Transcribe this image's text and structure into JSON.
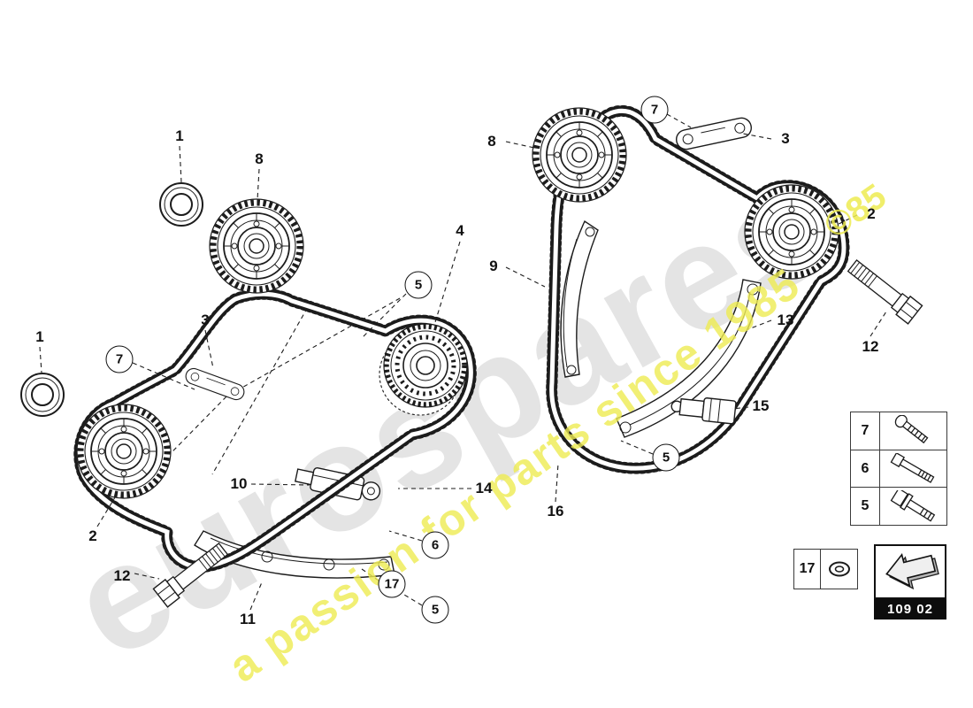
{
  "watermarks": {
    "brand": "eurospares",
    "slogan": "a passion for parts since 1985",
    "fragment": "©85"
  },
  "callouts": {
    "plain": [
      {
        "text": "1"
      },
      {
        "text": "8"
      },
      {
        "text": "8"
      },
      {
        "text": "3"
      },
      {
        "text": "2"
      },
      {
        "text": "12"
      },
      {
        "text": "1"
      },
      {
        "text": "3"
      },
      {
        "text": "4"
      },
      {
        "text": "9"
      },
      {
        "text": "13"
      },
      {
        "text": "15"
      },
      {
        "text": "10"
      },
      {
        "text": "14"
      },
      {
        "text": "16"
      },
      {
        "text": "2"
      },
      {
        "text": "12"
      },
      {
        "text": "11"
      }
    ],
    "circled": [
      {
        "text": "7"
      },
      {
        "text": "7"
      },
      {
        "text": "5"
      },
      {
        "text": "5"
      },
      {
        "text": "6"
      },
      {
        "text": "17"
      },
      {
        "text": "5"
      }
    ]
  },
  "legend": {
    "rows": [
      {
        "number": "7",
        "icon": "screw-icon"
      },
      {
        "number": "6",
        "icon": "hex-bolt-icon"
      },
      {
        "number": "5",
        "icon": "socket-head-bolt-icon"
      }
    ],
    "washer": {
      "number": "17",
      "icon": "washer-icon"
    },
    "nav_icon": "back-arrow-icon",
    "diagram_code": "109 02"
  },
  "colors": {
    "line": "#1c1c1c",
    "watermark_gray": "#e4e4e4",
    "watermark_yellow": "#eeec52"
  }
}
